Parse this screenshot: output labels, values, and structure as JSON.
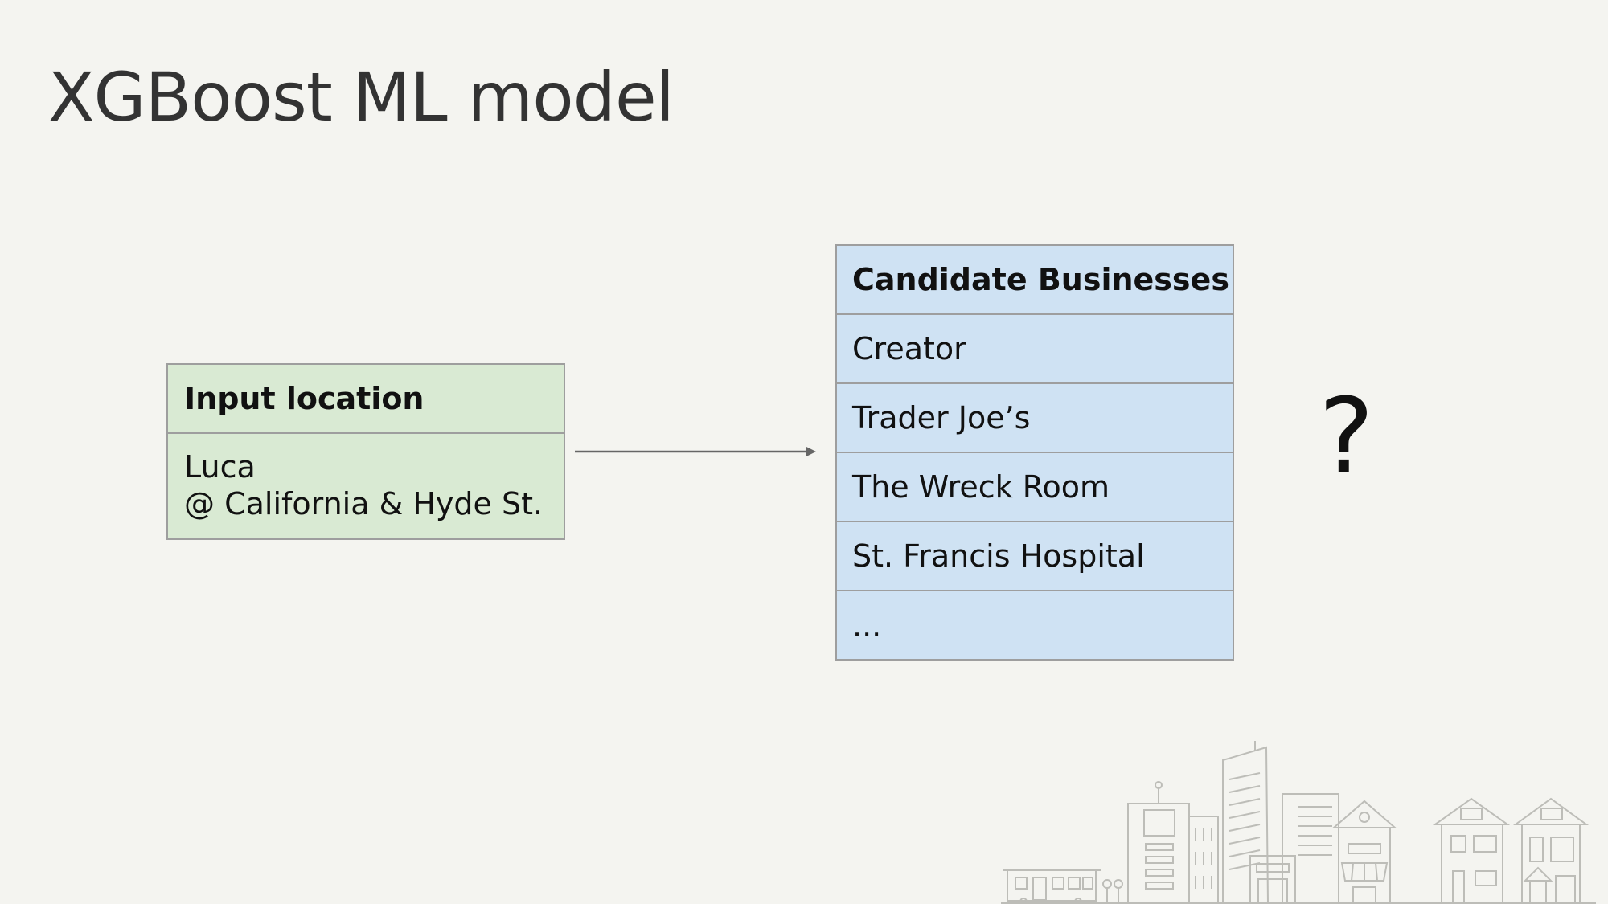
{
  "slide": {
    "title": "XGBoost ML model"
  },
  "input_box": {
    "header": "Input location",
    "lines": [
      "Luca",
      "@ California & Hyde St."
    ],
    "color": "#d9ead3"
  },
  "candidates": {
    "header": "Candidate Businesses",
    "items": [
      "Creator",
      "Trader Joe’s",
      "The Wreck Room",
      "St. Francis Hospital",
      "..."
    ],
    "color": "#cfe2f3"
  },
  "result": {
    "symbol": "?"
  },
  "icons": {
    "arrow": "right-arrow-icon",
    "city": "city-skyline-illustration"
  }
}
